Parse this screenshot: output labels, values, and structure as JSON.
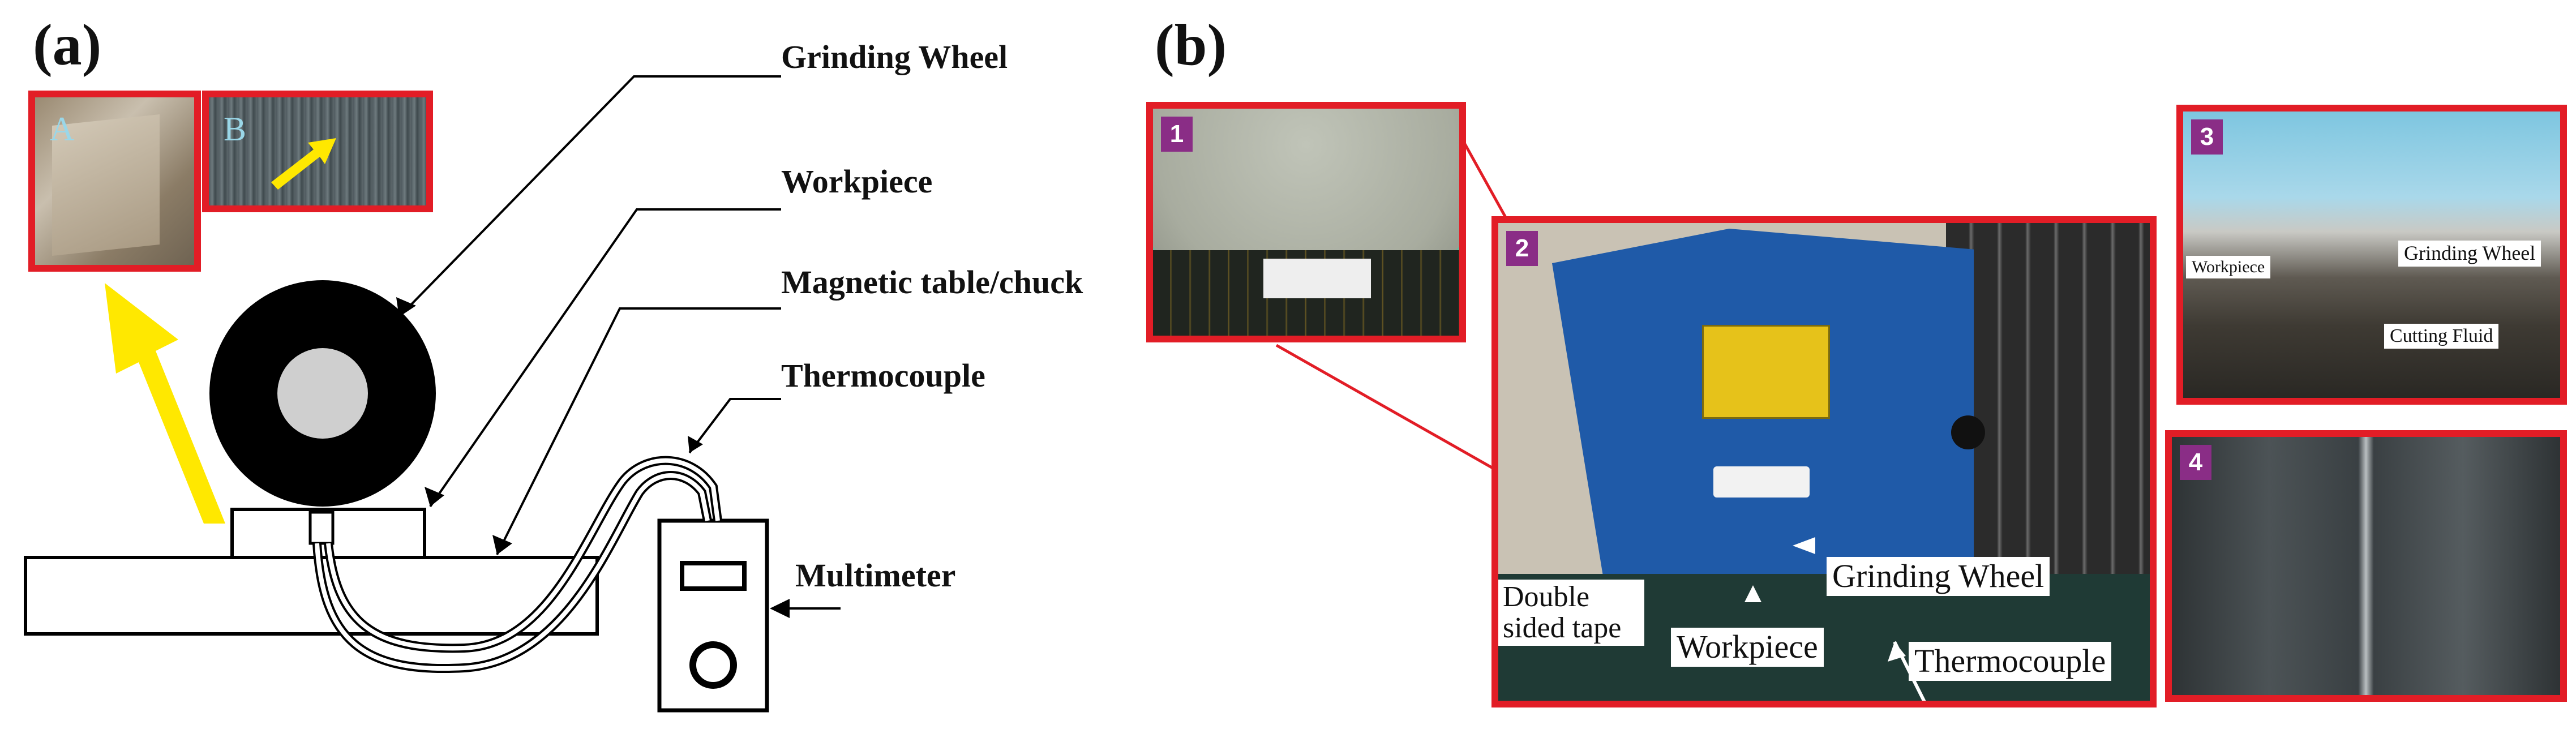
{
  "panel_a": {
    "letter": "(a)",
    "labels": {
      "grinding_wheel": "Grinding Wheel",
      "workpiece": "Workpiece",
      "magnetic_table": "Magnetic table/chuck",
      "thermocouple": "Thermocouple",
      "multimeter": "Multimeter"
    },
    "photo_a_letter": "A",
    "photo_b_letter": "B"
  },
  "panel_b": {
    "letter": "(b)",
    "photo_numbers": [
      "1",
      "2",
      "3",
      "4"
    ],
    "photo2_callouts": {
      "double_sided_tape": "Double sided tape",
      "grinding_wheel": "Grinding Wheel",
      "workpiece": "Workpiece",
      "thermocouple": "Thermocouple"
    },
    "photo3_callouts": {
      "workpiece": "Workpiece",
      "grinding_wheel": "Grinding Wheel",
      "cutting_fluid": "Cutting Fluid"
    }
  },
  "colors": {
    "frame_red": "#e21d26",
    "badge_purple": "#8a2d86",
    "arrow_yellow": "#ffe800",
    "machine_blue": "#1f5aa8"
  }
}
